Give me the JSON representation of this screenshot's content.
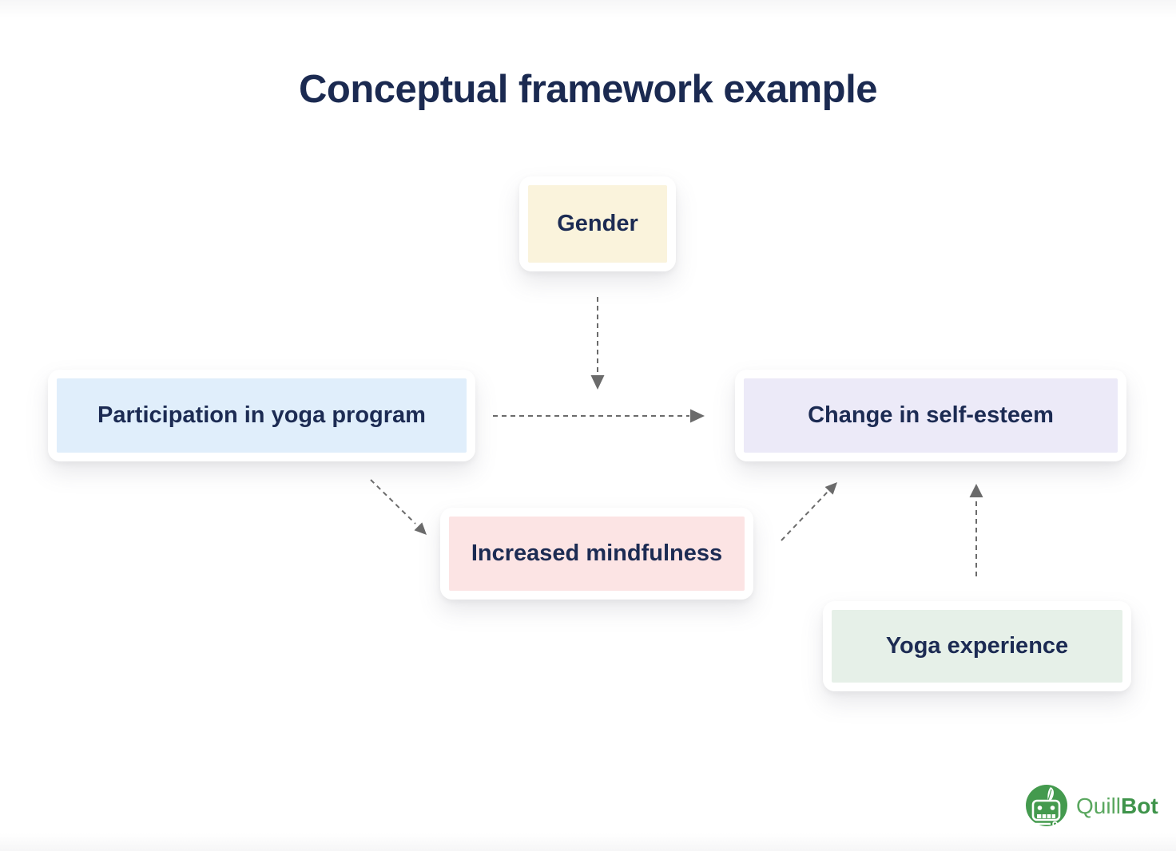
{
  "title": "Conceptual framework example",
  "nodes": {
    "gender": {
      "label": "Gender",
      "fill": "#faf3dc"
    },
    "participation": {
      "label": "Participation in yoga program",
      "fill": "#e0eefb"
    },
    "self_esteem": {
      "label": "Change in self-esteem",
      "fill": "#eceaf8"
    },
    "mindfulness": {
      "label": "Increased mindfulness",
      "fill": "#fce4e4"
    },
    "yoga_experience": {
      "label": "Yoga experience",
      "fill": "#e6f0e8"
    }
  },
  "edges": [
    {
      "from": "gender",
      "to": "participation_self_esteem_link",
      "style": "dashed",
      "direction": "down"
    },
    {
      "from": "participation",
      "to": "self_esteem",
      "style": "dashed",
      "direction": "right"
    },
    {
      "from": "participation",
      "to": "mindfulness",
      "style": "dashed",
      "direction": "down-right"
    },
    {
      "from": "mindfulness",
      "to": "self_esteem",
      "style": "dashed",
      "direction": "up-right"
    },
    {
      "from": "yoga_experience",
      "to": "self_esteem",
      "style": "dashed",
      "direction": "up"
    }
  ],
  "colors": {
    "title_text": "#1b2a51",
    "node_text": "#1c2b53",
    "arrow": "#6b6b6b",
    "background": "#ffffff",
    "logo_green": "#449a4e"
  },
  "logo": {
    "brand_first": "Quill",
    "brand_second": "Bot"
  }
}
